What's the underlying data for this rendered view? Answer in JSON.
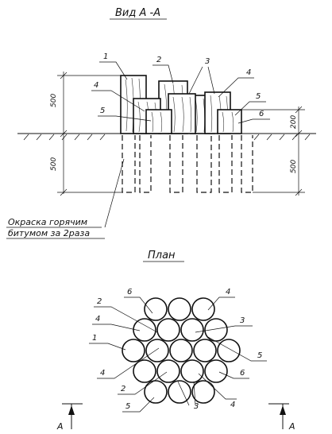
{
  "section_title": "Вид А -А",
  "plan_title": "План",
  "note_line1": "Окраска горячим",
  "note_line2": "битумом за 2раза",
  "dims": {
    "above_left": "500",
    "below_left": "500",
    "above_right": "200",
    "below_right": "500"
  },
  "elevation_callouts": [
    "1",
    "2",
    "3",
    "4",
    "4",
    "5",
    "5",
    "6"
  ],
  "plan_callouts": [
    "6",
    "4",
    "2",
    "3",
    "4",
    "1",
    "5",
    "4",
    "6",
    "2",
    "5",
    "3",
    "4"
  ],
  "section_marker": "А"
}
